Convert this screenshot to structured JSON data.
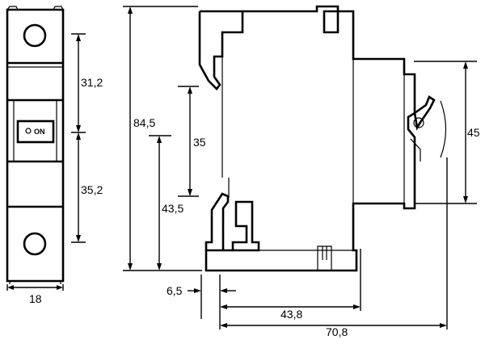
{
  "dimensions": {
    "d_31_2": "31,2",
    "d_35_2": "35,2",
    "d_84_5": "84,5",
    "d_35": "35",
    "d_43_5": "43,5",
    "d_45": "45",
    "d_6_5": "6,5",
    "d_43_8": "43,8",
    "d_70_8": "70,8",
    "d_18": "18"
  },
  "front_view": {
    "switch_label": "ON"
  }
}
